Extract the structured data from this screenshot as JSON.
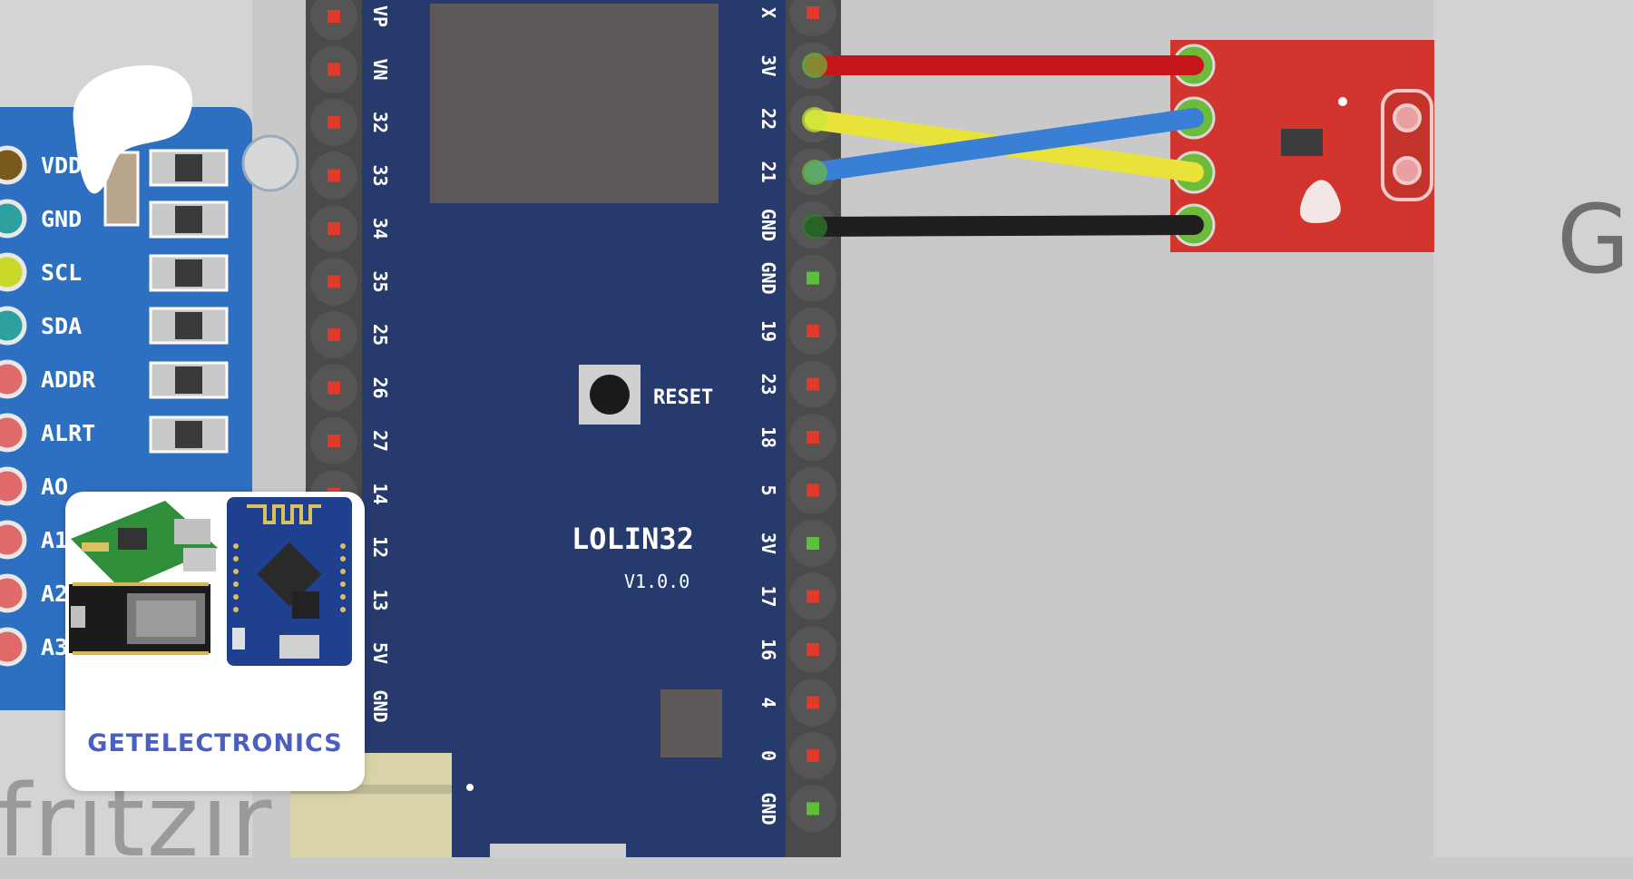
{
  "left_board": {
    "pins": [
      "VDD",
      "GND",
      "SCL",
      "SDA",
      "ADDR",
      "ALRT",
      "AO",
      "A1",
      "A2",
      "A3"
    ]
  },
  "esp32_board": {
    "name": "LOLIN32",
    "version": "V1.0.0",
    "reset_label": "RESET",
    "left_pins": [
      "VP",
      "VN",
      "32",
      "33",
      "34",
      "35",
      "25",
      "26",
      "27",
      "14",
      "12",
      "13",
      "5V",
      "GND"
    ],
    "right_pins": [
      "X",
      "3V",
      "22",
      "21",
      "GND",
      "GND",
      "19",
      "23",
      "18",
      "5",
      "3V",
      "17",
      "16",
      "4",
      "0",
      "GND"
    ]
  },
  "wires": {
    "red": "#c4161c",
    "yellow": "#e8e23a",
    "blue": "#3a7fd6",
    "black": "#1f1f1f"
  },
  "profile": {
    "name": "GETELECTRONICS"
  },
  "background_text": {
    "fritzing": "fritzir",
    "right_letter": "G"
  }
}
